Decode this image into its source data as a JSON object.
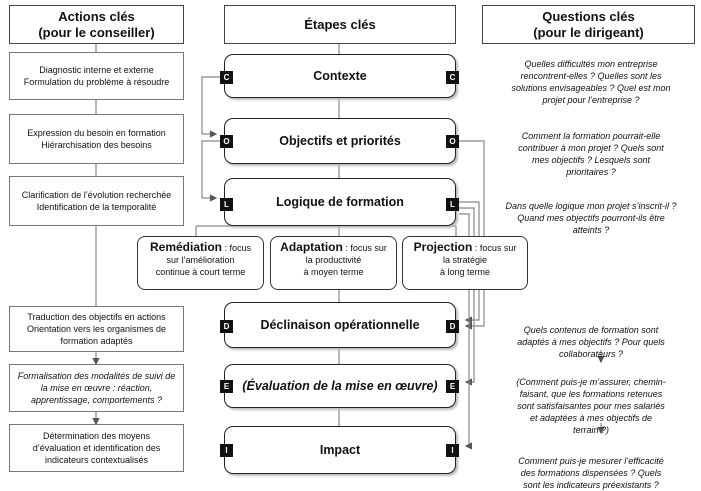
{
  "headers": {
    "left": "Actions clés\n(pour le conseiller)",
    "center": "Étapes clés",
    "right": "Questions clés\n(pour le dirigeant)"
  },
  "actions": [
    "Diagnostic interne et externe\nFormulation du problème à résoudre",
    "Expression du besoin en formation\nHiérarchisation des besoins",
    "Clarification de l’évolution recherchée\nIdentification de la temporalité",
    "Traduction des objectifs en actions\nOrientation vers les organismes de\nformation adaptés",
    "Formalisation des modalités de suivi de\nla mise en œuvre : réaction,\napprentissage, comportements ?",
    "Détermination des moyens\nd’évaluation et identification des\nindicateurs contextualisés"
  ],
  "steps": [
    {
      "letter": "C",
      "label": "Contexte"
    },
    {
      "letter": "O",
      "label": "Objectifs et priorités"
    },
    {
      "letter": "L",
      "label": "Logique de formation"
    },
    {
      "letter": "D",
      "label": "Déclinaison opérationnelle"
    },
    {
      "letter": "E",
      "label": "(Évaluation de la mise en œuvre)"
    },
    {
      "letter": "I",
      "label": "Impact"
    }
  ],
  "logics": [
    {
      "title": "Remédiation",
      "text": " : focus\nsur l’amélioration\ncontinue à court terme"
    },
    {
      "title": "Adaptation",
      "text": " : focus sur\nla productivité\nà moyen terme"
    },
    {
      "title": "Projection",
      "text": " : focus sur\nla stratégie\nà long terme"
    }
  ],
  "questions": [
    "Quelles difficultés mon entreprise\nrencontrent-elles ? Quelles sont les\nsolutions envisageables ? Quel est mon\nprojet pour l’entreprise ?",
    "Comment la formation pourrait-elle\ncontribuer à mon projet ? Quels sont\nmes objectifs ? Lesquels sont\nprioritaires ?",
    "Dans quelle logique mon projet s’inscrit-il ?\nQuand mes objectifs pourront-ils être\natteints ?",
    "Quels contenus de formation sont\nadaptés à mes objectifs ? Pour quels\ncollaborateurs ?",
    "(Comment puis-je m’assurer, chemin-\nfaisant, que les formations retenues\nsont satisfaisantes pour mes salariés\net adaptées à mes objectifs de\nterrain ?)",
    "Comment puis-je mesurer l’efficacité\ndes formations dispensées ? Quels\nsont les indicateurs préexistants ?"
  ]
}
